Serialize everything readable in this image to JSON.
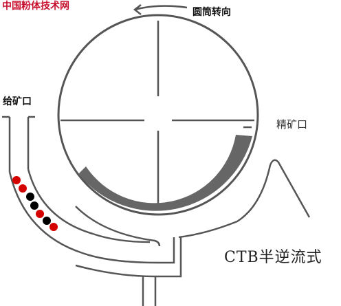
{
  "watermark": "中国粉体技术网",
  "labels": {
    "drum_rotation": "圆筒转向",
    "feed_inlet": "给矿口",
    "concentrate_outlet": "精矿口",
    "caption": "CTB半逆流式"
  },
  "colors": {
    "line": "#555555",
    "magnet_arc": "#666666",
    "watermark": "#c8102e",
    "ore_red": "#d40000",
    "ore_black": "#000000"
  },
  "ore_particles": [
    "red",
    "red",
    "black",
    "black",
    "red",
    "black",
    "red"
  ]
}
